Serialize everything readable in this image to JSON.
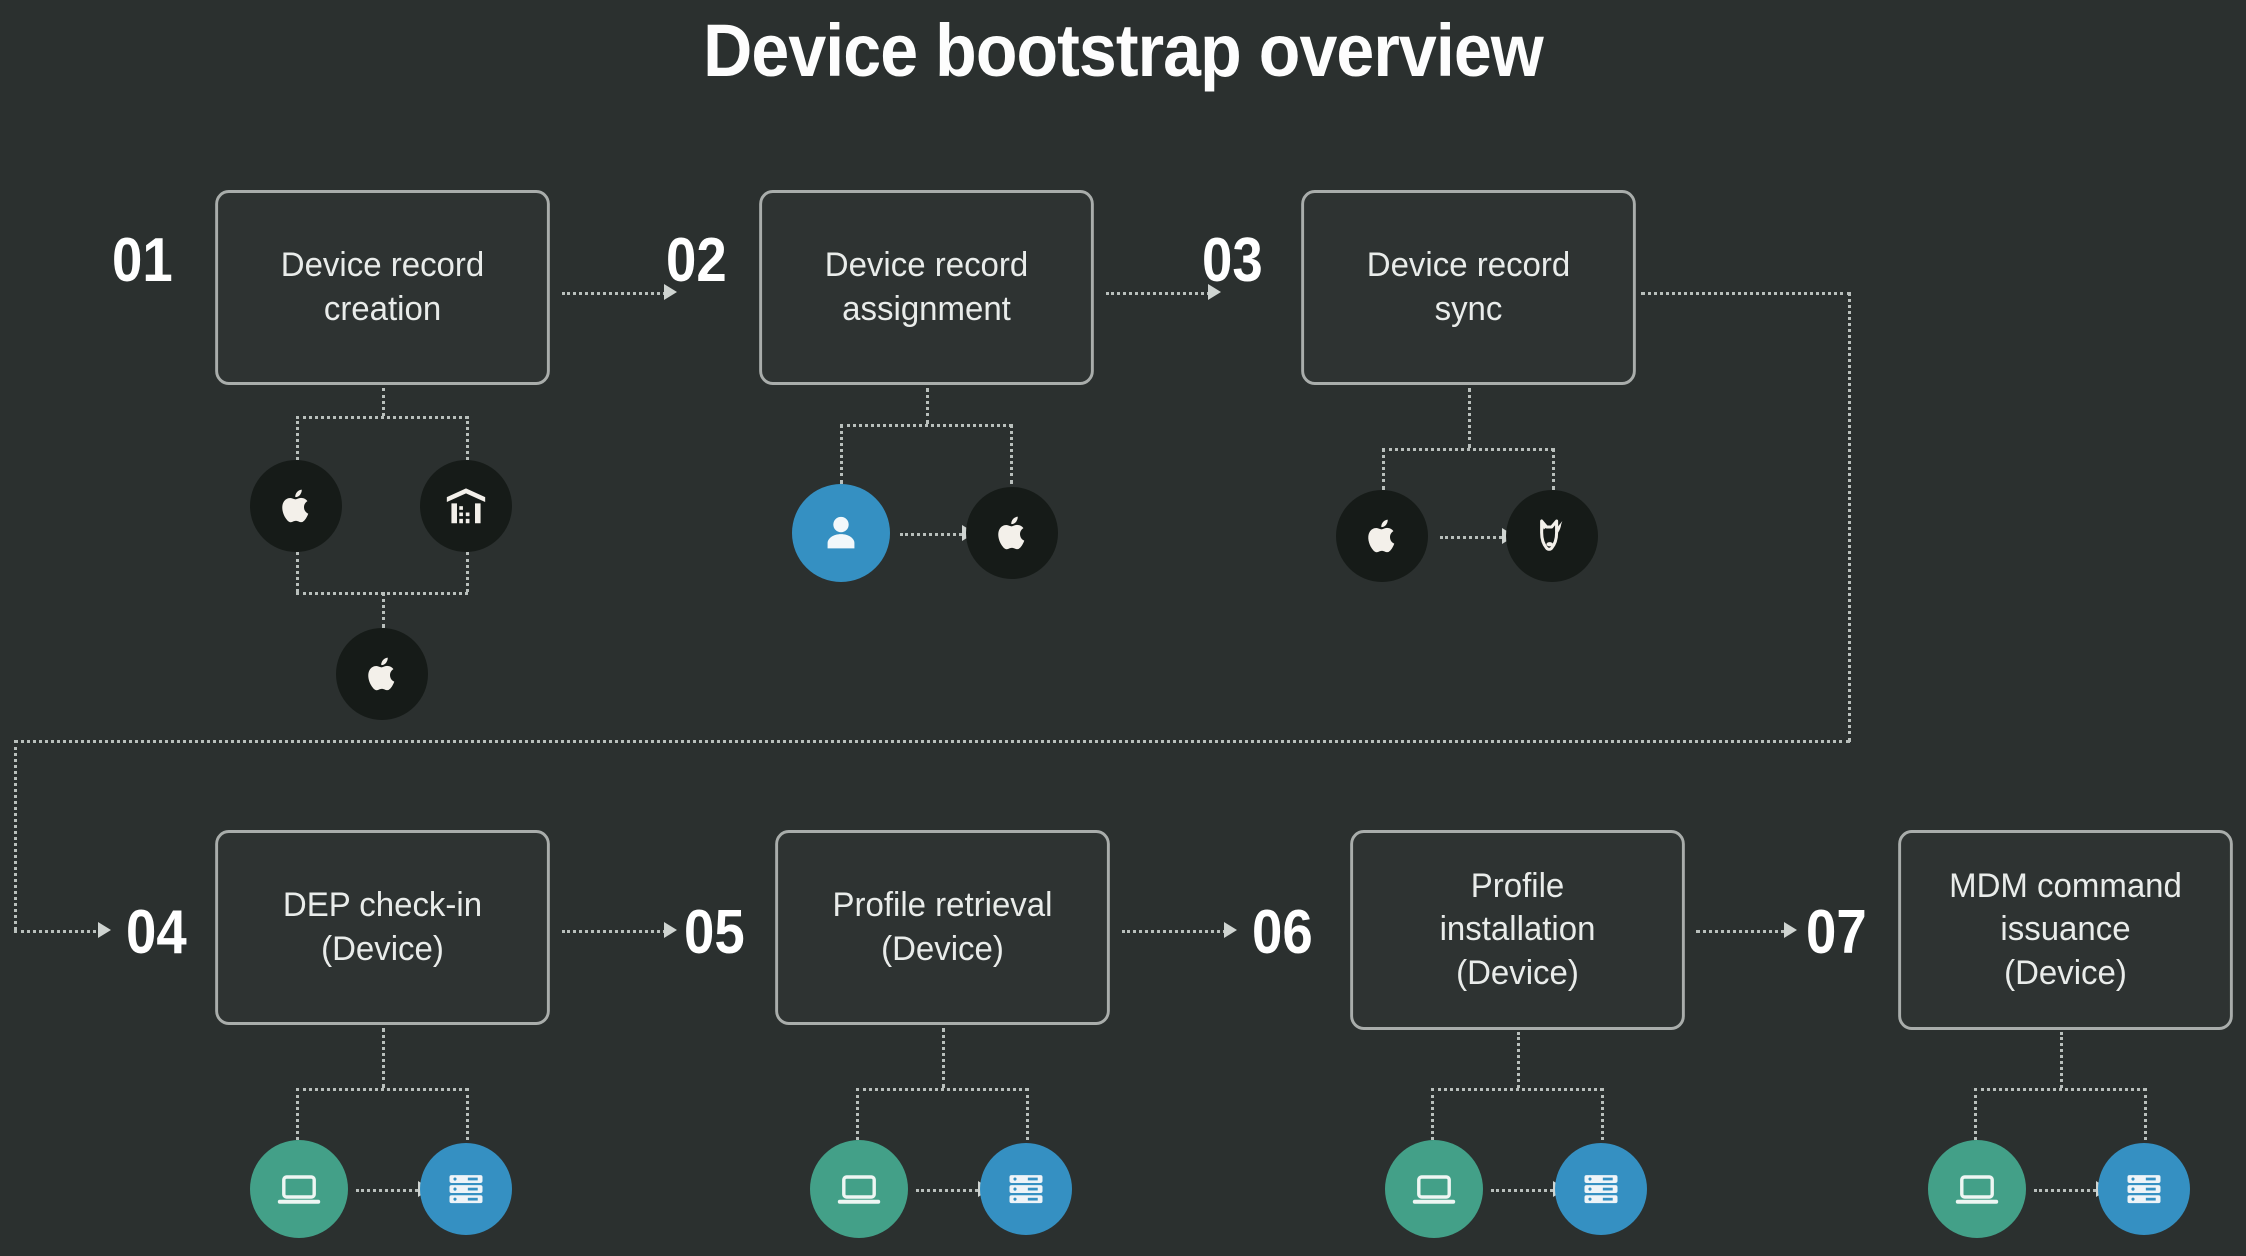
{
  "title": "Device bootstrap overview",
  "theme": {
    "background": "#2b302f",
    "box_border": "#a9adab",
    "box_fill": "#2e3332",
    "text": "#e9ecea",
    "connector": "#b9bfbc",
    "circle_dark": "#161b18",
    "circle_blue": "#3590c2",
    "circle_green": "#43a088"
  },
  "steps": [
    {
      "number": "01",
      "label": "Device record\ncreation",
      "icons": [
        "apple-icon",
        "warehouse-icon",
        "apple-icon"
      ]
    },
    {
      "number": "02",
      "label": "Device record\nassignment",
      "icons": [
        "user-icon",
        "apple-icon"
      ]
    },
    {
      "number": "03",
      "label": "Device record\nsync",
      "icons": [
        "apple-icon",
        "jamf-dog-icon"
      ]
    },
    {
      "number": "04",
      "label": "DEP check-in\n(Device)",
      "icons": [
        "laptop-icon",
        "server-icon"
      ]
    },
    {
      "number": "05",
      "label": "Profile retrieval\n(Device)",
      "icons": [
        "laptop-icon",
        "server-icon"
      ]
    },
    {
      "number": "06",
      "label": "Profile\ninstallation\n(Device)",
      "icons": [
        "laptop-icon",
        "server-icon"
      ]
    },
    {
      "number": "07",
      "label": "MDM command\nissuance\n(Device)",
      "icons": [
        "laptop-icon",
        "server-icon"
      ]
    }
  ]
}
